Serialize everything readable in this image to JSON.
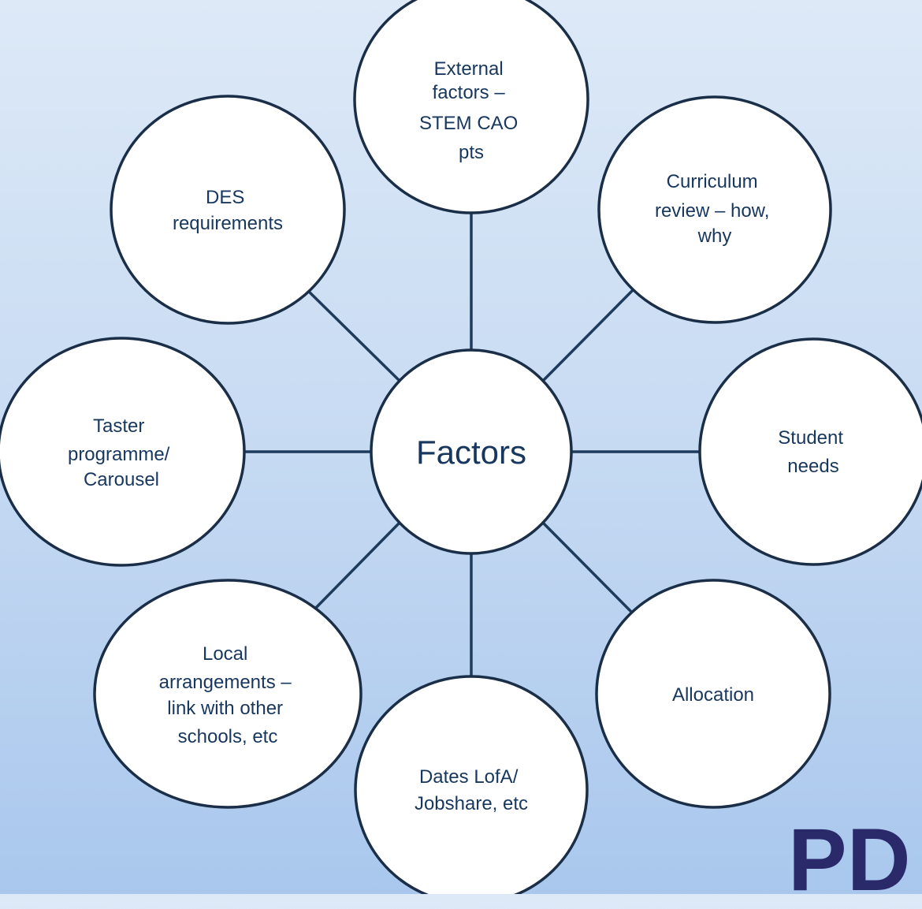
{
  "diagram": {
    "center": {
      "label": "Factors"
    },
    "nodes": [
      {
        "id": "external",
        "lines": [
          "External",
          "factors –",
          "STEM CAO",
          "pts"
        ]
      },
      {
        "id": "curriculum",
        "lines": [
          "Curriculum",
          "review – how,",
          "why"
        ]
      },
      {
        "id": "student-needs",
        "lines": [
          "Student",
          "needs"
        ]
      },
      {
        "id": "allocation",
        "lines": [
          "Allocation"
        ]
      },
      {
        "id": "dates",
        "lines": [
          "Dates LofA/",
          "Jobshare, etc"
        ]
      },
      {
        "id": "local",
        "lines": [
          "Local",
          "arrangements –",
          "link with other",
          "schools, etc"
        ]
      },
      {
        "id": "taster",
        "lines": [
          "Taster",
          "programme/",
          "Carousel"
        ]
      },
      {
        "id": "des",
        "lines": [
          "DES",
          "requirements"
        ]
      }
    ]
  },
  "logo": {
    "text": "PD"
  },
  "colors": {
    "text": "#17375e",
    "outline": "#1a2f47",
    "logo": "#2a2a6b"
  }
}
